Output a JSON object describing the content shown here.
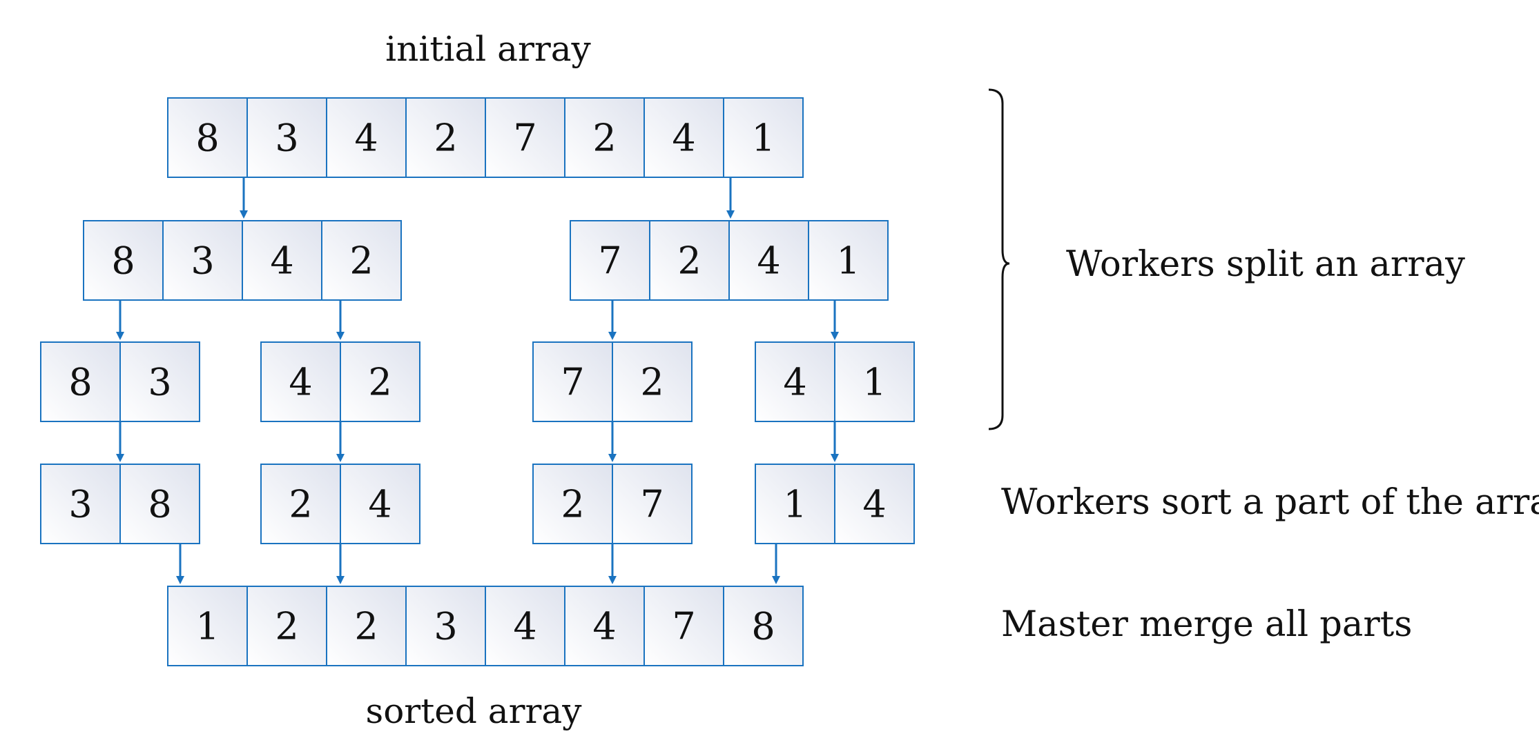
{
  "captions": {
    "top": "initial array",
    "bottom": "sorted array"
  },
  "side_labels": {
    "split": "Workers split an array",
    "sort": "Workers sort a part of the array",
    "merge": "Master merge all parts"
  },
  "rows": {
    "initial": [
      [
        "8",
        "3",
        "4",
        "2",
        "7",
        "2",
        "4",
        "1"
      ]
    ],
    "half": [
      [
        "8",
        "3",
        "4",
        "2"
      ],
      [
        "7",
        "2",
        "4",
        "1"
      ]
    ],
    "quarter": [
      [
        "8",
        "3"
      ],
      [
        "4",
        "2"
      ],
      [
        "7",
        "2"
      ],
      [
        "4",
        "1"
      ]
    ],
    "sorted_parts": [
      [
        "3",
        "8"
      ],
      [
        "2",
        "4"
      ],
      [
        "2",
        "7"
      ],
      [
        "1",
        "4"
      ]
    ],
    "merged": [
      [
        "1",
        "2",
        "2",
        "3",
        "4",
        "4",
        "7",
        "8"
      ]
    ]
  },
  "colors": {
    "cell_border": "#1a73c0",
    "arrow": "#1a73c0",
    "cell_fill_light": "#ffffff",
    "cell_fill_dark": "#dfe3ee",
    "brace": "#111111"
  }
}
